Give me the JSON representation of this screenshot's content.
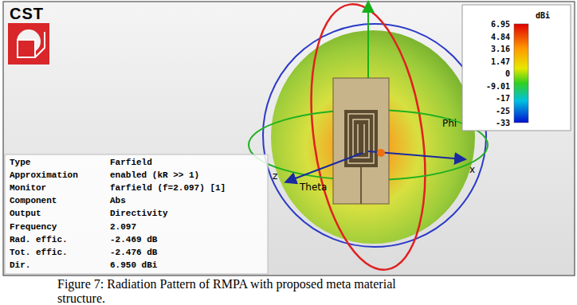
{
  "diagram": {
    "caption": "Figure 7: Radiation Pattern of RMPA with proposed meta material structure.",
    "labels": [
      "CST",
      "dBi",
      "6.95",
      "4.84",
      "3.16",
      "1.47",
      "0",
      "-9.01",
      "-17",
      "-25",
      "-33",
      "Phi",
      "x",
      "z",
      "Theta",
      "Type",
      "Farfield",
      "Approximation",
      "enabled (kR >> 1)",
      "Monitor",
      "farfield (f=2.097) [1]",
      "Component",
      "Abs",
      "Output",
      "Directivity",
      "Frequency",
      "2.097",
      "Rad. effic.",
      "-2.469 dB",
      "Tot. effic.",
      "-2.476 dB",
      "Dir.",
      "6.950 dBi"
    ]
  }
}
